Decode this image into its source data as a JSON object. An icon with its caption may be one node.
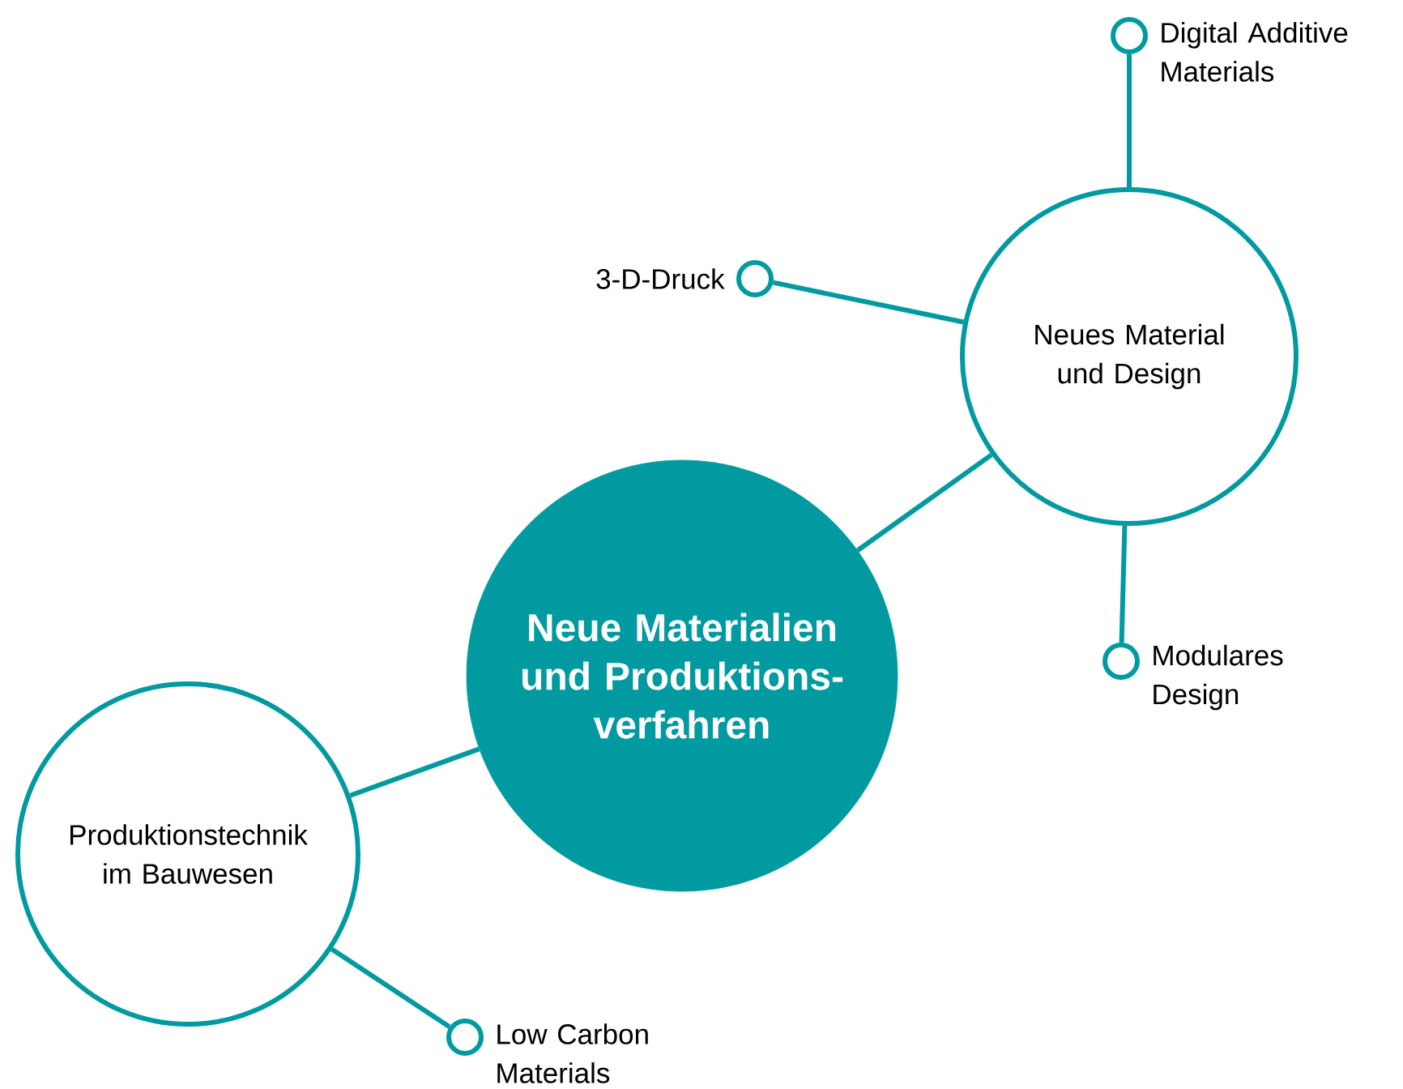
{
  "diagram": {
    "nodes": [
      {
        "text": [
          "Neue Materialien und Produktions- verfahren"
        ]
      },
      {
        "text": [
          "Neues Material und Design"
        ]
      },
      {
        "text": [
          "Produktionstechnik im Bauwesen"
        ]
      },
      {
        "text": [],
        "shape": "circle",
        "beside": [
          "Digital Additive Materials"
        ]
      },
      {
        "text": [],
        "shape": "circle",
        "beside": [
          "3-D-Druck"
        ]
      },
      {
        "text": [],
        "shape": "circle",
        "beside": [
          "Modulares Design"
        ]
      },
      {
        "text": [],
        "shape": "circle",
        "beside": [
          "Low Carbon Materials"
        ]
      }
    ],
    "edges": [
      {
        "from": 0,
        "to": 1,
        "arrow": "none"
      },
      {
        "from": 0,
        "to": 2,
        "arrow": "none"
      },
      {
        "from": 1,
        "to": 3,
        "arrow": "none"
      },
      {
        "from": 1,
        "to": 4,
        "arrow": "none"
      },
      {
        "from": 1,
        "to": 5,
        "arrow": "none"
      },
      {
        "from": 2,
        "to": 6,
        "arrow": "none"
      }
    ]
  }
}
